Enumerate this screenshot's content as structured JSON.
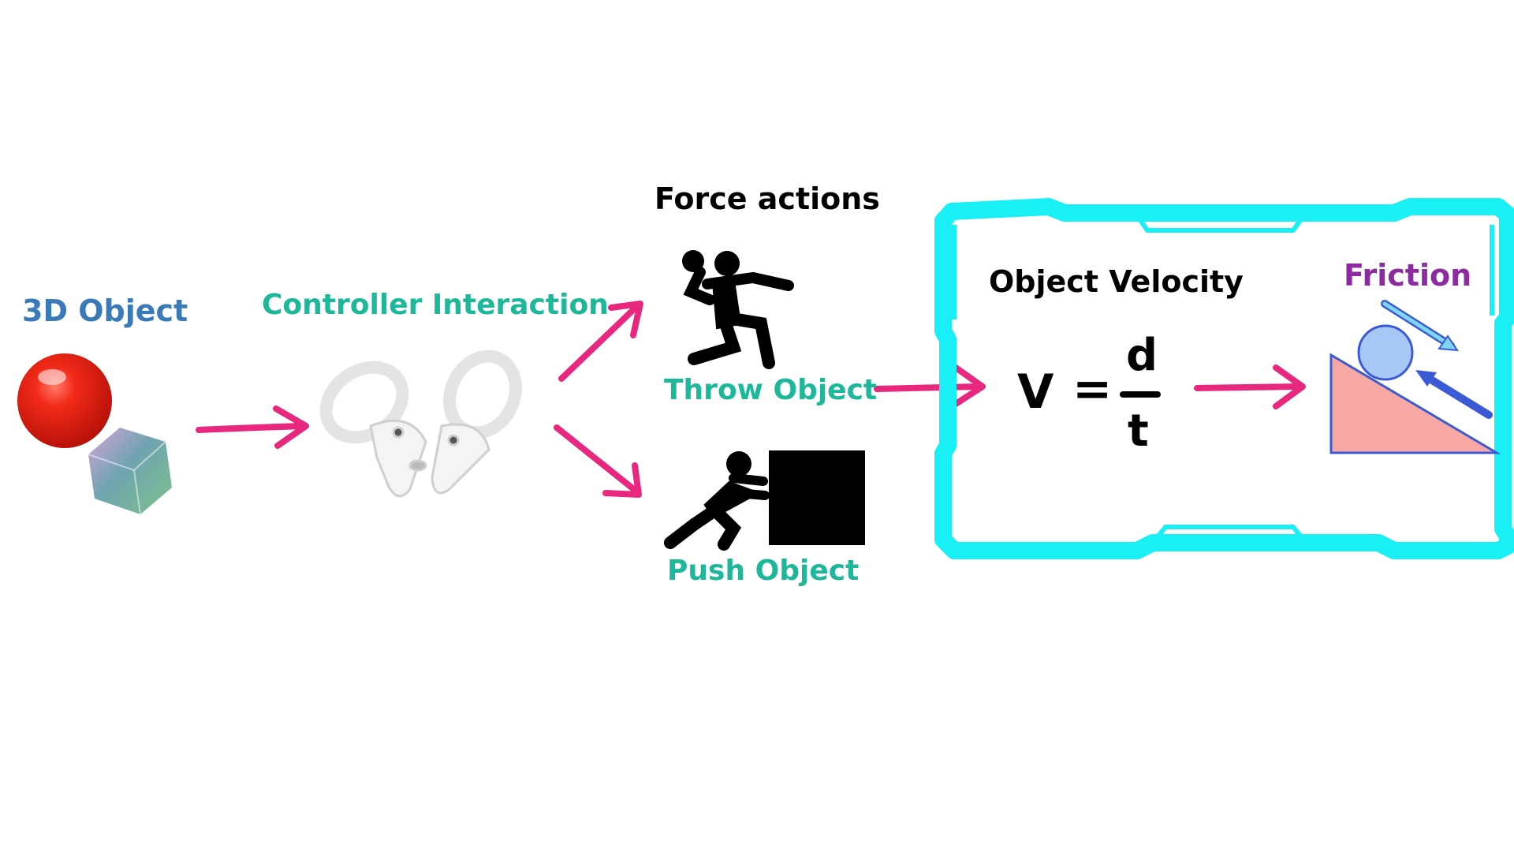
{
  "labels": {
    "object_3d": "3D Object",
    "controller": "Controller Interaction",
    "force_actions": "Force actions",
    "throw": "Throw Object",
    "push": "Push Object",
    "velocity": "Object Velocity",
    "friction": "Friction"
  },
  "formula": {
    "v": "V",
    "eq": "=",
    "numerator": "d",
    "denominator": "t"
  },
  "colors": {
    "arrow": "#e8287e",
    "object_label": "#3a7ab8",
    "action_label": "#1db89a",
    "friction_label": "#8c2aa0",
    "frame": "#18f0f5",
    "ramp": "#f7a8a4",
    "ball": "#a7c8f5",
    "force_arrow": "#3b5bd6"
  },
  "icons": [
    "red-sphere-icon",
    "cube-icon",
    "vr-controllers-icon",
    "thrower-icon",
    "pusher-icon",
    "black-box-icon",
    "ramp-icon"
  ]
}
